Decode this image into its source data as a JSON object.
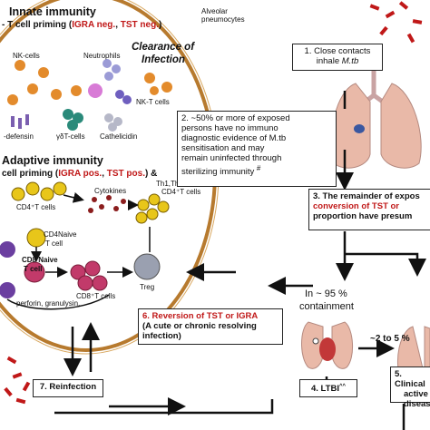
{
  "innate": {
    "title": "Innate immunity",
    "priming_prefix": "- T cell priming (",
    "igra": "IGRA neg.",
    "sep": ", ",
    "tst": "TST neg.",
    "suffix": ")",
    "cells": {
      "nk": "NK-cells",
      "neutrophils": "Neutrophils",
      "nkt": "NK-T cells",
      "defensin": "-defensin",
      "gd": "γδT-cells",
      "cathelicidin": "Cathelicidin"
    }
  },
  "clearance": {
    "line1": "Clearance of",
    "line2": "Infection"
  },
  "alveolar": {
    "line1": "Alveolar",
    "line2": "pneumocytes"
  },
  "adaptive": {
    "title": "Adaptive immunity",
    "priming_prefix": "cell priming (",
    "igra": "IGRA pos.",
    "sep": ", ",
    "tst": "TST pos.",
    "suffix": ") &",
    "labels": {
      "cd4": "CD4⁺T cells",
      "cytokines": "Cytokines",
      "th": "Th1,Th2 & Th17",
      "th2": "CD4⁺T cells",
      "cd4naive": "CD4Naive",
      "tcell": "T cell",
      "cd8naive": "CD8 Naive",
      "tcell2": "T cell",
      "cd8": "CD8⁺T cells",
      "treg": "Treg",
      "perforin": "perforin, granulysin,"
    }
  },
  "steps": {
    "s1": {
      "num": "1.",
      "text1": "Close contacts",
      "text2_a": "inhale ",
      "text2_b": "M.tb"
    },
    "s2": {
      "lines": [
        "2. ~50% or more of exposed",
        "persons have no immuno",
        "diagnostic evidence of M.tb",
        "sensitisation and may",
        "remain uninfected through"
      ],
      "last": "sterilizing immunity ",
      "mark": "#"
    },
    "s3": {
      "line1": "3. The remainder of expos",
      "line2": "conversion of TST or",
      "line3": "proportion have presum"
    },
    "s4": {
      "text": "4. LTBI",
      "sup": "^^"
    },
    "s5": {
      "line1": "5.  Clinical",
      "line2": "active",
      "line3": "disease"
    },
    "s6": {
      "line1": "6. Reversion of TST or IGRA",
      "line2": "(A cute or chronic resolving",
      "line3": "infection)"
    },
    "s7": {
      "text": "7. Reinfection"
    }
  },
  "containment": {
    "line1": "In ~ 95 %",
    "line2": "containment"
  },
  "progression": {
    "text": "~2 to 5 %"
  },
  "colors": {
    "accent_red": "#c01818",
    "membrane": "#b77a2e",
    "lung": "#e9b9a8"
  }
}
